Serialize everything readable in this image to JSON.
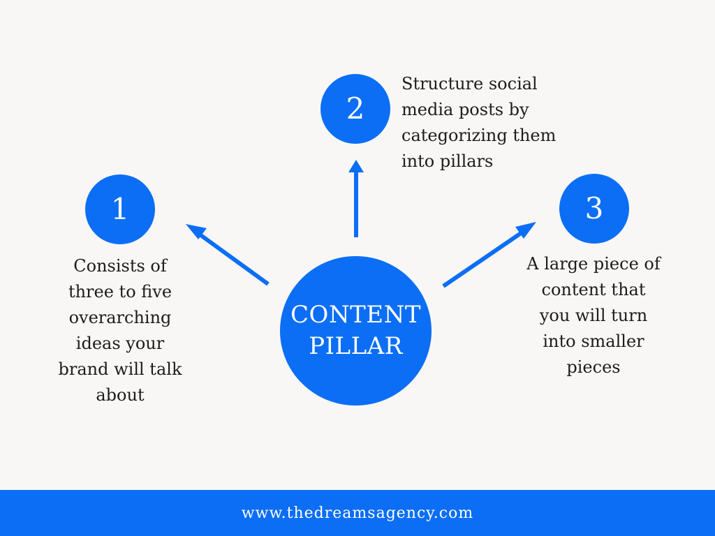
{
  "colors": {
    "background": "#f8f7f5",
    "accent": "#0b6ef5",
    "text": "#1c1c1c",
    "on_accent": "#ffffff"
  },
  "center": {
    "line1": "CONTENT",
    "line2": "PILLAR"
  },
  "pillars": [
    {
      "number": "1",
      "lines": [
        "Consists of",
        "three to five",
        "overarching",
        "ideas your",
        "brand will talk",
        "about"
      ]
    },
    {
      "number": "2",
      "lines": [
        "Structure social",
        "media posts by",
        "categorizing them",
        "into pillars"
      ]
    },
    {
      "number": "3",
      "lines": [
        "A large piece of",
        "content that",
        "you will turn",
        "into smaller",
        "pieces"
      ]
    }
  ],
  "footer": {
    "url": "www.thedreamsagency.com"
  }
}
